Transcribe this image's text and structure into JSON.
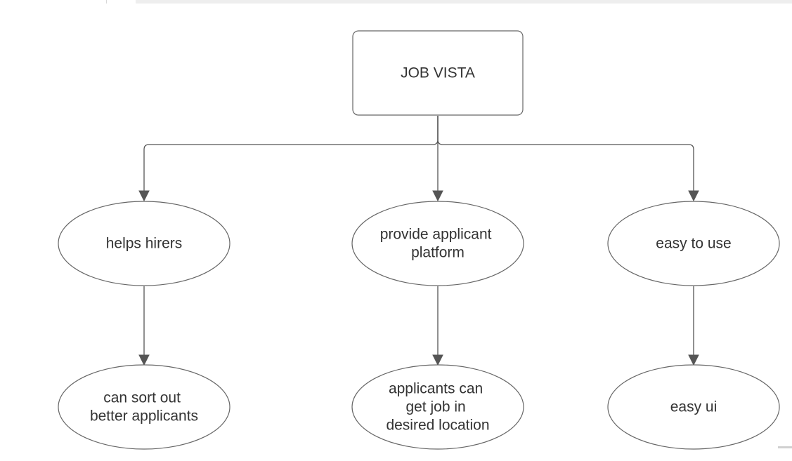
{
  "diagram": {
    "root": {
      "label": "JOB VISTA"
    },
    "level1": [
      {
        "lines": [
          "helps hirers"
        ]
      },
      {
        "lines": [
          "provide applicant",
          "platform"
        ]
      },
      {
        "lines": [
          "easy to use"
        ]
      }
    ],
    "level2": [
      {
        "lines": [
          "can sort out",
          "better applicants"
        ]
      },
      {
        "lines": [
          "applicants can",
          "get job in",
          "desired location"
        ]
      },
      {
        "lines": [
          "easy ui"
        ]
      }
    ],
    "colors": {
      "stroke": "#666666",
      "edge": "#555555",
      "text": "#333333",
      "fill": "#ffffff"
    }
  }
}
